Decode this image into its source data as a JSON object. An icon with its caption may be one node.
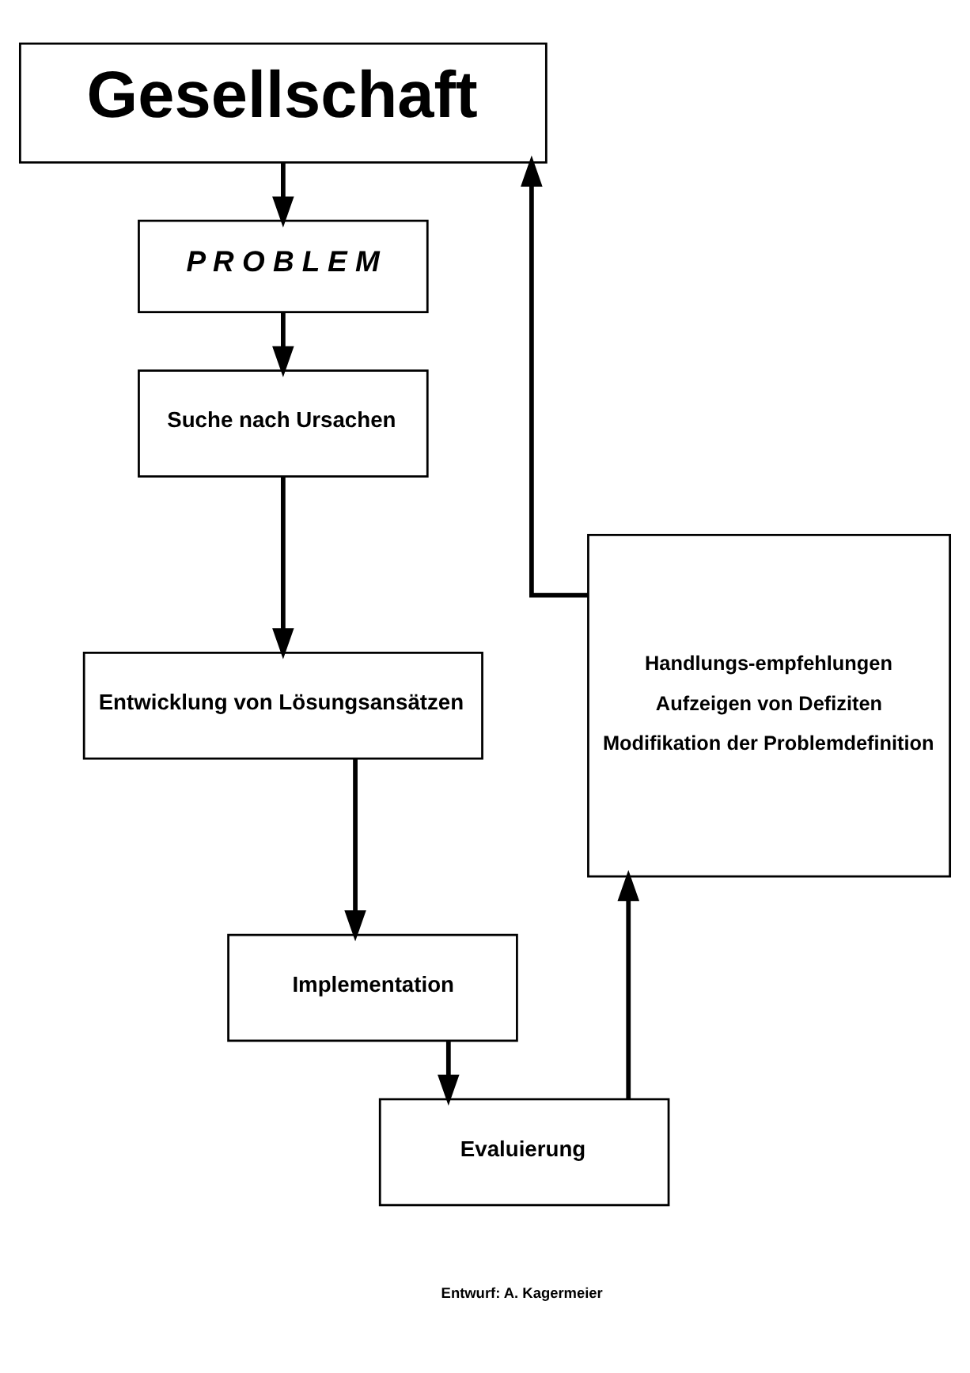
{
  "diagram": {
    "nodes": [
      {
        "text": [
          "Gesellschaft"
        ]
      },
      {
        "text": [
          "P R O B L E M"
        ]
      },
      {
        "text": [
          "Suche nach Ursachen"
        ]
      },
      {
        "text": [
          "Entwicklung von Lösungsansätzen"
        ]
      },
      {
        "text": [
          "Implementation"
        ]
      },
      {
        "text": [
          "Evaluierung"
        ]
      },
      {
        "text": [
          "Handlungs-empfehlungen",
          "Aufzeigen von Defiziten",
          "Modifikation der Problemdefinition"
        ]
      }
    ],
    "edges": [
      {
        "from": 0,
        "to": 1,
        "arrow": "to"
      },
      {
        "from": 1,
        "to": 2,
        "arrow": "to"
      },
      {
        "from": 2,
        "to": 3,
        "arrow": "to"
      },
      {
        "from": 3,
        "to": 4,
        "arrow": "to"
      },
      {
        "from": 4,
        "to": 5,
        "arrow": "to"
      },
      {
        "from": 5,
        "to": 6,
        "arrow": "to"
      },
      {
        "from": 6,
        "to": 0,
        "arrow": "to"
      }
    ],
    "labels": [
      "Entwurf: A. Kagermeier"
    ]
  }
}
